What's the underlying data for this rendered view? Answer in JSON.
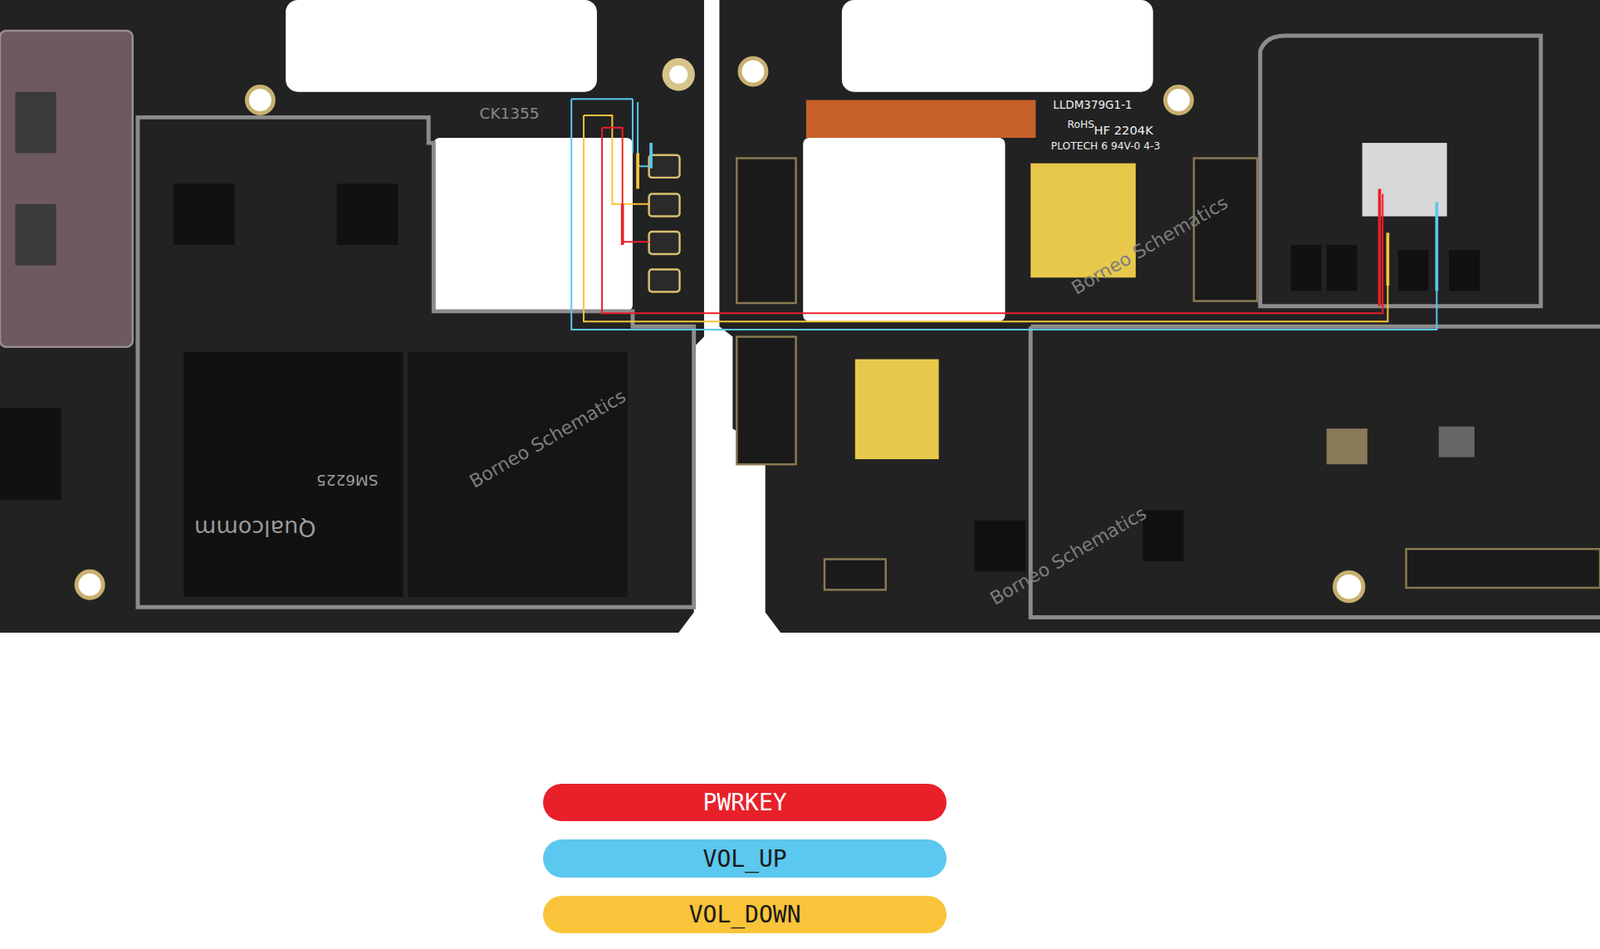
{
  "diagram": {
    "labels": [
      "CK1355",
      "LLDM379G1-1",
      "RoHS",
      "HF 2204K",
      "PLOTECH 6 94V-0 4-3",
      "Qualcomm",
      "SM6225",
      "Borneo Schematics",
      "Borneo Schematics",
      "Borneo Schematics"
    ],
    "legend": [
      {
        "text": "PWRKEY",
        "color": "#e8202a"
      },
      {
        "text": "VOL_UP",
        "color": "#5bc8ef"
      },
      {
        "text": "VOL_DOWN",
        "color": "#f9c43a"
      }
    ]
  }
}
